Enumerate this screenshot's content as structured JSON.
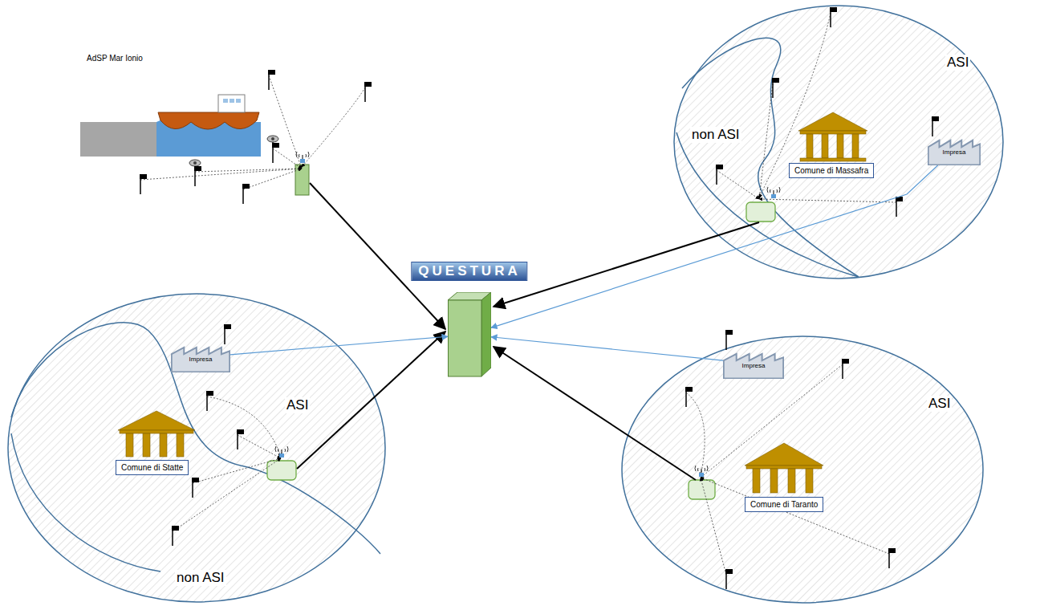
{
  "diagram": {
    "nodes": [
      {
        "text": [
          "QUESTURA"
        ]
      },
      {
        "text": [
          "Comune di Massafra"
        ]
      },
      {
        "text": [
          "Impresa"
        ]
      },
      {
        "text": [
          "Comune di Statte"
        ]
      },
      {
        "text": [
          "Impresa"
        ]
      },
      {
        "text": [
          "Comune di Taranto"
        ]
      },
      {
        "text": [
          "Impresa"
        ]
      }
    ],
    "edges": [
      {
        "from": 2,
        "to": 0,
        "arrow": "to"
      },
      {
        "from": 4,
        "to": 0,
        "arrow": "to"
      },
      {
        "from": 6,
        "to": 0,
        "arrow": "to"
      }
    ],
    "labels": [
      "AdSP Mar Ionio",
      "non ASI",
      "ASI",
      "ASI",
      "non ASI",
      "ASI"
    ]
  }
}
